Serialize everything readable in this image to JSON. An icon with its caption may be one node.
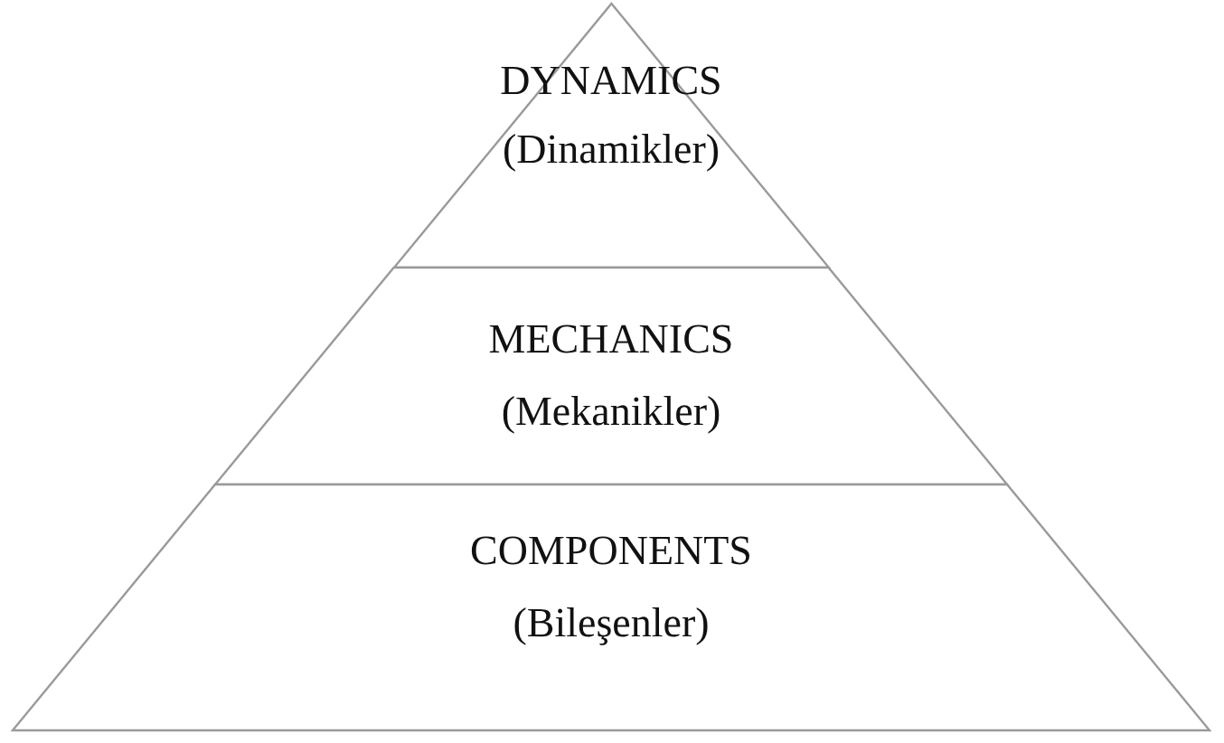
{
  "diagram": {
    "nodes": [
      {
        "text": [
          "DYNAMICS",
          "(Dinamikler)"
        ]
      },
      {
        "text": [
          "MECHANICS",
          "(Mekanikler)"
        ]
      },
      {
        "text": [
          "COMPONENTS",
          "(Bileşenler)"
        ]
      }
    ]
  }
}
